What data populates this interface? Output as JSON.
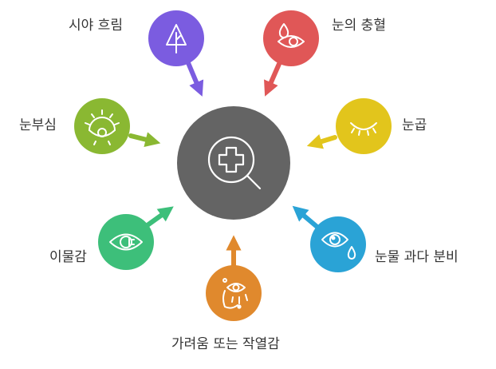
{
  "center": {
    "icon": "medical-search-icon",
    "color": "#646464"
  },
  "symptoms": [
    {
      "label": "시야 흐림",
      "icon": "tree-icon",
      "color": "#7b5ce0"
    },
    {
      "label": "눈의 충혈",
      "icon": "eye-drop-icon",
      "color": "#e05757"
    },
    {
      "label": "눈부심",
      "icon": "sun-eye-icon",
      "color": "#8ab832"
    },
    {
      "label": "눈곱",
      "icon": "closed-eye-icon",
      "color": "#e2c51c"
    },
    {
      "label": "이물감",
      "icon": "eye-foreign-body-icon",
      "color": "#3dbf7a"
    },
    {
      "label": "눈물 과다 분비",
      "icon": "eye-tear-icon",
      "color": "#2aa3d6"
    },
    {
      "label": "가려움 또는 작열감",
      "icon": "itchy-eye-icon",
      "color": "#e0892d"
    }
  ]
}
